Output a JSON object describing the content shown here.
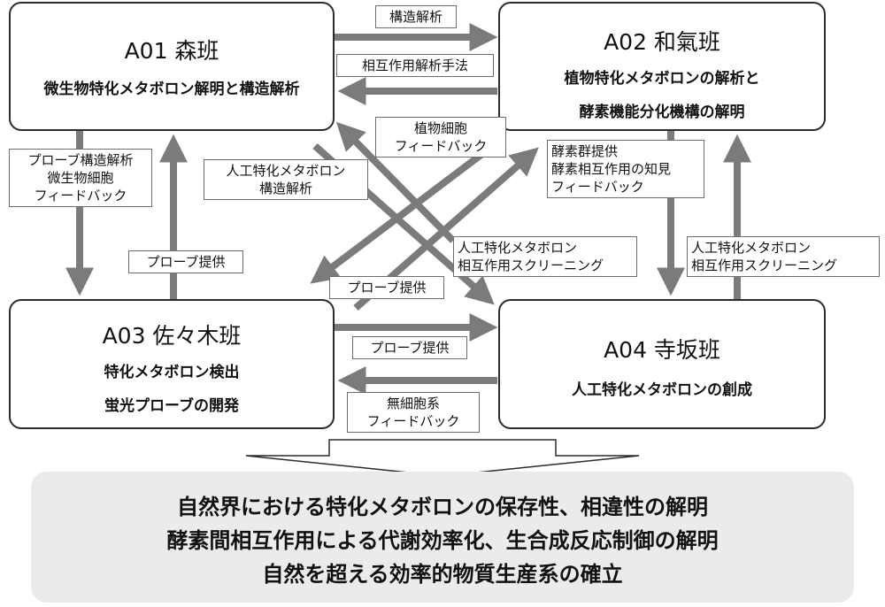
{
  "boxes": {
    "a01": {
      "title": "A01 森班",
      "lines": [
        "微生物特化メタボロン解明と構造解析"
      ]
    },
    "a02": {
      "title": "A02 和氣班",
      "lines": [
        "植物特化メタボロンの解析と",
        "酵素機能分化機構の解明"
      ]
    },
    "a03": {
      "title": "A03 佐々木班",
      "lines": [
        "特化メタボロン検出",
        "蛍光プローブの開発"
      ]
    },
    "a04": {
      "title": "A04 寺坂班",
      "lines": [
        "人工特化メタボロンの創成"
      ]
    }
  },
  "labels": {
    "kozo_kaiseki": [
      "構造解析"
    ],
    "sogo_sayo_kaiseki": [
      "相互作用解析手法"
    ],
    "shokubutsu_saibo": [
      "植物細胞",
      "フィードバック"
    ],
    "probe_kozo": [
      "プローブ構造解析",
      "微生物細胞",
      "フィードバック"
    ],
    "jinko_kozo": [
      "人工特化メタボロン",
      "構造解析"
    ],
    "koso_gun": [
      "酵素群提供",
      "酵素相互作用の知見",
      "フィードバック"
    ],
    "jinko_screening_center": [
      "人工特化メタボロン",
      "相互作用スクリーニング"
    ],
    "jinko_screening_right": [
      "人工特化メタボロン",
      "相互作用スクリーニング"
    ],
    "probe_teikyo_left": [
      "プローブ提供"
    ],
    "probe_teikyo_center": [
      "プローブ提供"
    ],
    "probe_teikyo_bottom": [
      "プローブ提供"
    ],
    "musaibo": [
      "無細胞系",
      "フィードバック"
    ]
  },
  "summary": [
    "自然界における特化メタボロンの保存性、相違性の解明",
    "酵素間相互作用による代謝効率化、生合成反応制御の解明",
    "自然を超える効率的物質生産系の確立"
  ],
  "colors": {
    "arrow": "#7b7b7b",
    "box_border": "#2b2b2b",
    "summary_bg": "#ebebeb"
  }
}
